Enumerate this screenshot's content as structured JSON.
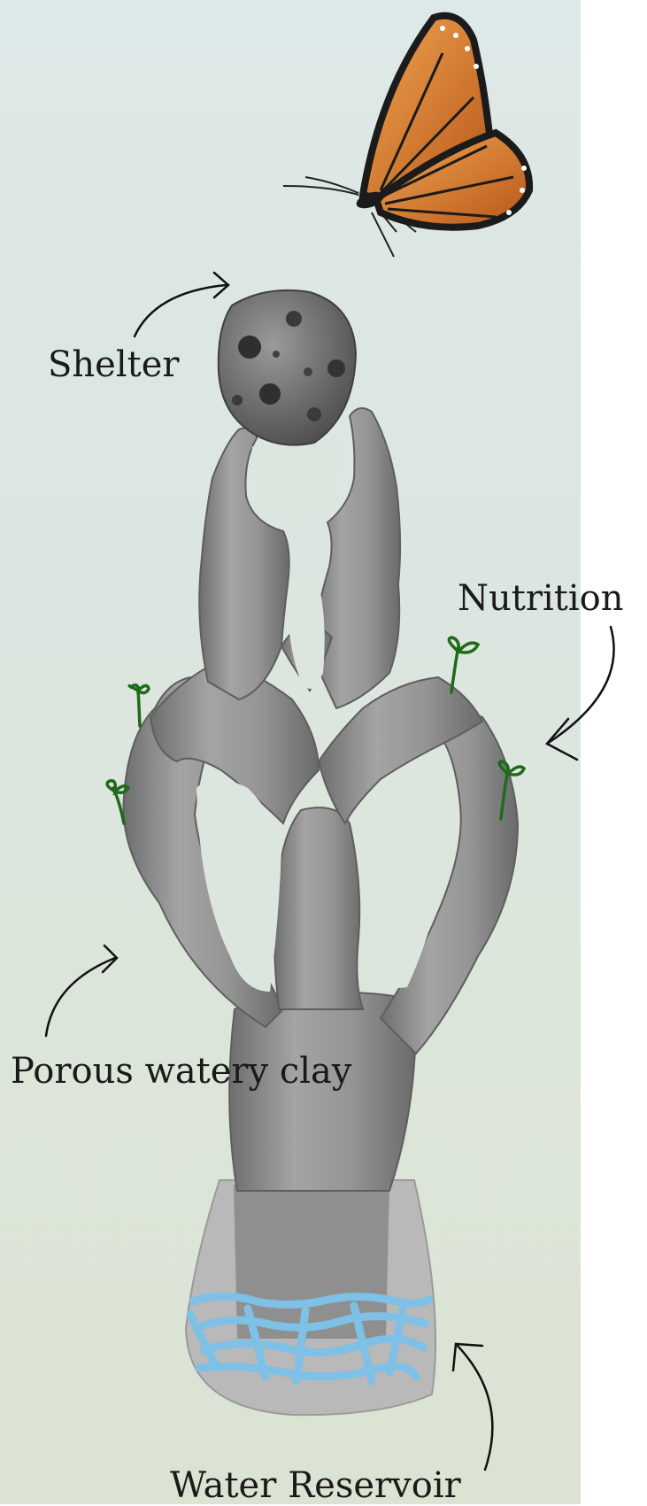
{
  "labels": {
    "shelter": "Shelter",
    "nutrition": "Nutrition",
    "porous_clay": "Porous watery clay",
    "water_reservoir": "Water Reservoir"
  },
  "colors": {
    "background_top": "#dde8e8",
    "background_bottom": "#dbe4d2",
    "clay": "#8e8e8e",
    "water": "#7ec0e6",
    "sprout": "#1f6b1a",
    "butterfly_orange": "#d9822b",
    "text": "#1a1a1a"
  },
  "icons": [
    "butterfly-icon",
    "porous-rock-icon",
    "sprout-icon",
    "arrow-icon"
  ]
}
